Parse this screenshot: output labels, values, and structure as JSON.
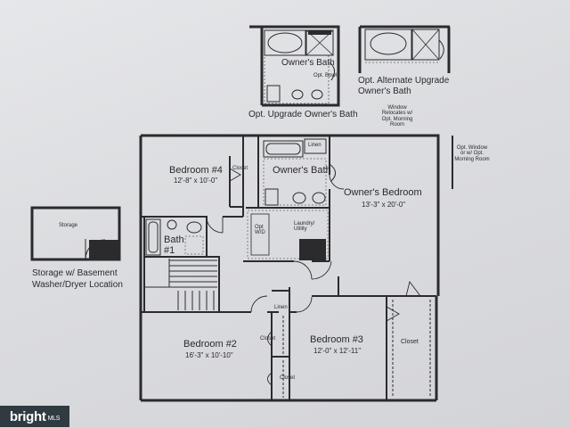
{
  "upgrade_baths": {
    "opt_upgrade_label": "Opt. Upgrade Owner's Bath",
    "owners_bath_label": "Owner's Bath",
    "opt_bowl": "Opt. Bowl",
    "alternate_label_line1": "Opt. Alternate Upgrade",
    "alternate_label_line2": "Owner's Bath"
  },
  "storage": {
    "room_label": "Storage",
    "caption_line1": "Storage w/ Basement",
    "caption_line2": "Washer/Dryer Location"
  },
  "rooms": {
    "bedroom4": {
      "name": "Bedroom #4",
      "dims": "12'-8\" x 10'-0\""
    },
    "closet_bed4": "Closet",
    "owners_bath": "Owner's Bath",
    "linen_top": "Linen",
    "owners_bedroom": {
      "name": "Owner's Bedroom",
      "dims": "13'-3\" x 20'-0\""
    },
    "laundry": "Laundry/ Utility",
    "opt_wd": "Opt W/D",
    "bath1": "Bath #1",
    "bedroom2": {
      "name": "Bedroom #2",
      "dims": "16'-3\" x 10'-10\""
    },
    "bedroom3": {
      "name": "Bedroom #3",
      "dims": "12'-0\" x 12'-11\""
    },
    "closet_left": "Closet",
    "closet_lower": "Closet",
    "closet_right": "Closet",
    "linen_hall": "Linen"
  },
  "notes": {
    "window_relocates": "Window Relocates w/ Opt. Morning Room",
    "opt_window": "Opt. Window or w/ Opt. Morning Room"
  },
  "watermark": {
    "brand": "bright",
    "suffix": "MLS"
  }
}
